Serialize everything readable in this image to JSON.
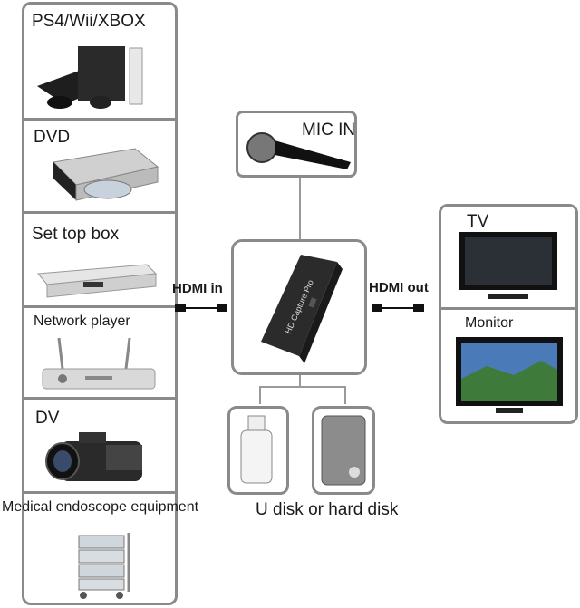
{
  "sources": {
    "consoles": "PS4/Wii/XBOX",
    "dvd": "DVD",
    "set_top_box": "Set top box",
    "network_player": "Network player",
    "dv": "DV",
    "endoscope": "Medical endoscope equipment"
  },
  "mic": {
    "label": "MIC IN"
  },
  "device": {
    "brand_text": "HD Capture Pro"
  },
  "connections": {
    "hdmi_in": "HDMI in",
    "hdmi_out": "HDMI out"
  },
  "outputs": {
    "tv": "TV",
    "monitor": "Monitor"
  },
  "storage": {
    "label": "U disk or hard disk"
  },
  "colors": {
    "border": "#8a8a8a",
    "device": "#2b2b2b",
    "text": "#1a1a1a"
  }
}
